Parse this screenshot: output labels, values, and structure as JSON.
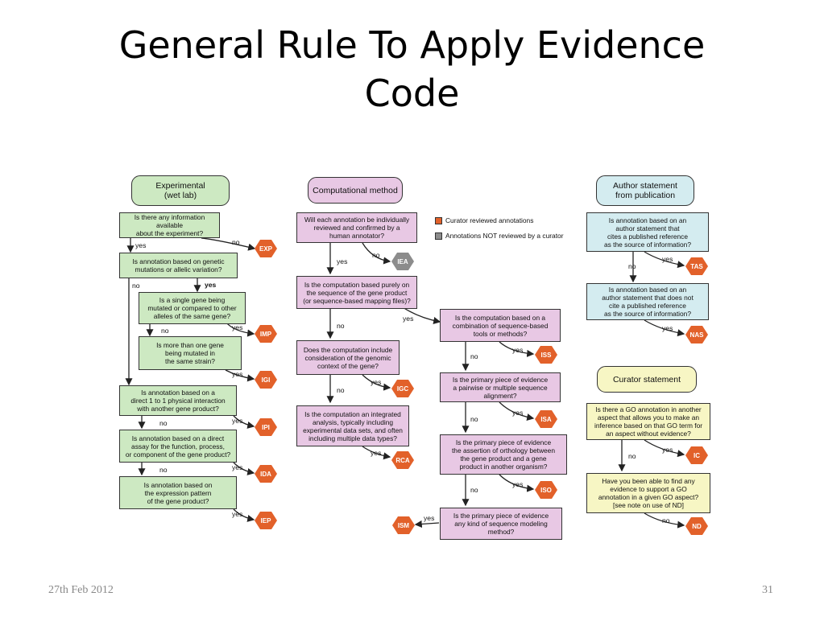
{
  "title": {
    "line1": "General Rule To Apply Evidence",
    "line2": "Code"
  },
  "footer": {
    "date": "27th Feb 2012",
    "page": "31"
  },
  "colors": {
    "reviewed": "#e2612a",
    "not_reviewed": "#8c8c8c",
    "experimental": "#cde9c2",
    "computational": "#e8c8e4",
    "author": "#d4ecf0",
    "curator": "#f7f6c4"
  },
  "legend": {
    "reviewed": "Curator reviewed annotations",
    "not_reviewed": "Annotations NOT reviewed by a curator"
  },
  "experimental": {
    "header": "Experimental\n(wet lab)",
    "q1": "Is there any information available\nabout the experiment?",
    "q2": "Is annotation based on genetic\nmutations or allelic variation?",
    "q3": "Is a single gene being\nmutated or compared to other\nalleles of the same gene?",
    "q4": "Is more than one gene\nbeing mutated in\nthe same strain?",
    "q5": "Is annotation based on a\ndirect 1 to 1 physical interaction\nwith another gene product?",
    "q6": "Is annotation based on a direct\nassay for the function, process,\nor component of the gene product?",
    "q7": "Is annotation based on\nthe expression pattern\nof the gene product?",
    "codes": [
      "EXP",
      "IMP",
      "IGI",
      "IPI",
      "IDA",
      "IEP"
    ]
  },
  "computational": {
    "header": "Computational method",
    "q1": "Will each annotation be individually\nreviewed and confirmed by a\nhuman annotator?",
    "q2": "Is the computation based purely on\nthe sequence of the gene product\n(or sequence-based mapping files)?",
    "q3": "Does the computation include\nconsideration of the genomic\ncontext of the gene?",
    "q4": "Is the computation an integrated\nanalysis, typically including\nexperimental data sets, and often\nincluding multiple data types?",
    "q5": "Is the computation based on a\ncombination of sequence-based\ntools or methods?",
    "q6": "Is the primary piece of evidence\na pairwise or multiple sequence\nalignment?",
    "q7": "Is the primary piece of evidence\nthe assertion of orthology between\nthe gene product and a gene\nproduct in another organism?",
    "q8": "Is the primary piece of evidence\nany kind of sequence modeling\nmethod?",
    "codes": [
      "IEA",
      "IGC",
      "RCA",
      "ISS",
      "ISA",
      "ISO",
      "ISM"
    ]
  },
  "author": {
    "header": "Author statement\nfrom publication",
    "q1": "Is annotation based on an\nauthor statement that\ncites a published reference\nas the source of information?",
    "q2": "Is annotation based on an\nauthor statement that does not\ncite a published reference\nas the source of information?",
    "codes": [
      "TAS",
      "NAS"
    ]
  },
  "curator": {
    "header": "Curator statement",
    "q1": "Is there a GO annotation in another\naspect that allows you to make an\ninference based on that GO term for\nan aspect without evidence?",
    "q2": "Have you been able to find any\nevidence to support a GO\nannotation in a given GO aspect?\n[see note on use of ND]",
    "codes": [
      "IC",
      "ND"
    ]
  },
  "labels": {
    "yes": "yes",
    "no": "no"
  }
}
